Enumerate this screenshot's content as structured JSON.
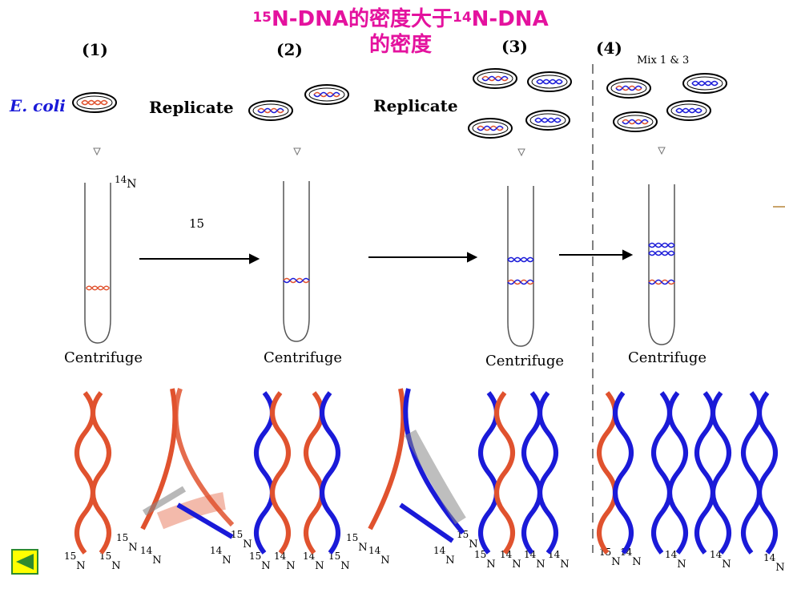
{
  "title": {
    "line1_sup1": "15",
    "line1_a": "N-DNA的密度大于",
    "line1_sup2": "14",
    "line1_b": "N-DNA",
    "line2": "的密度"
  },
  "steps": [
    "(1)",
    "(2)",
    "(3)",
    "(4)"
  ],
  "ecoli_label": "E. coli",
  "replicate_label": "Replicate",
  "mix_label": "Mix 1 & 3",
  "centrifuge_label": "Centrifuge",
  "arrow_label": "15",
  "tube_label": {
    "sup": "14",
    "base": "N"
  },
  "isotopes": {
    "n15": "15",
    "n14": "14",
    "n": "N"
  },
  "colors": {
    "title": "#e4129e",
    "n15_strand": "#e0522e",
    "n14_strand": "#1a1ad8",
    "nav": "#ffff00"
  },
  "nav_icon": "left-triangle-icon"
}
